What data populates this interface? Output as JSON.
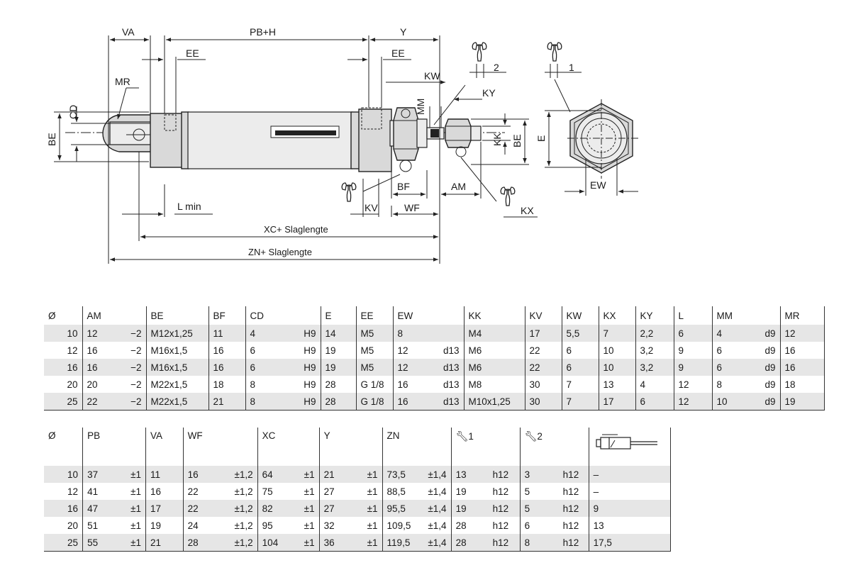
{
  "drawing_labels": {
    "va": "VA",
    "pb_h": "PB+H",
    "y": "Y",
    "ee_left": "EE",
    "ee_right": "EE",
    "mr": "MR",
    "cd": "CD",
    "be_left": "BE",
    "mm": "MM",
    "kw": "KW",
    "ky": "KY",
    "kk": "KK",
    "be_right": "BE",
    "e": "E",
    "ew": "EW",
    "bf": "BF",
    "am": "AM",
    "kv": "KV",
    "wf": "WF",
    "kx": "KX",
    "l_min": "L min",
    "xc": "XC+ Slaglengte",
    "zn": "ZN+ Slaglengte",
    "wrench_2": "2",
    "wrench_1": "1"
  },
  "table1": {
    "headers": [
      "Ø",
      "AM",
      "BE",
      "BF",
      "CD",
      "E",
      "EE",
      "EW",
      "KK",
      "KV",
      "KW",
      "KX",
      "KY",
      "L",
      "MM",
      "MR"
    ],
    "rows": [
      [
        "10",
        "12",
        "−2",
        "M12x1,25",
        "11",
        "4",
        "H9",
        "14",
        "M5",
        "8",
        "",
        "M4",
        "17",
        "5,5",
        "7",
        "2,2",
        "6",
        "4",
        "d9",
        "12"
      ],
      [
        "12",
        "16",
        "−2",
        "M16x1,5",
        "16",
        "6",
        "H9",
        "19",
        "M5",
        "12",
        "d13",
        "M6",
        "22",
        "6",
        "10",
        "3,2",
        "9",
        "6",
        "d9",
        "16"
      ],
      [
        "16",
        "16",
        "−2",
        "M16x1,5",
        "16",
        "6",
        "H9",
        "19",
        "M5",
        "12",
        "d13",
        "M6",
        "22",
        "6",
        "10",
        "3,2",
        "9",
        "6",
        "d9",
        "16"
      ],
      [
        "20",
        "20",
        "−2",
        "M22x1,5",
        "18",
        "8",
        "H9",
        "28",
        "G 1/8",
        "16",
        "d13",
        "M8",
        "30",
        "7",
        "13",
        "4",
        "12",
        "8",
        "d9",
        "18"
      ],
      [
        "25",
        "22",
        "−2",
        "M22x1,5",
        "21",
        "8",
        "H9",
        "28",
        "G 1/8",
        "16",
        "d13",
        "M10x1,25",
        "30",
        "7",
        "17",
        "6",
        "12",
        "10",
        "d9",
        "19"
      ]
    ]
  },
  "table2": {
    "headers": [
      "Ø",
      "PB",
      "VA",
      "WF",
      "XC",
      "Y",
      "ZN",
      "1",
      "2"
    ],
    "rows": [
      [
        "10",
        "37",
        "±1",
        "11",
        "16",
        "±1,2",
        "64",
        "±1",
        "21",
        "±1",
        "73,5",
        "±1,4",
        "13",
        "h12",
        "3",
        "h12",
        "–"
      ],
      [
        "12",
        "41",
        "±1",
        "16",
        "22",
        "±1,2",
        "75",
        "±1",
        "27",
        "±1",
        "88,5",
        "±1,4",
        "19",
        "h12",
        "5",
        "h12",
        "–"
      ],
      [
        "16",
        "47",
        "±1",
        "17",
        "22",
        "±1,2",
        "82",
        "±1",
        "27",
        "±1",
        "95,5",
        "±1,4",
        "19",
        "h12",
        "5",
        "h12",
        "9"
      ],
      [
        "20",
        "51",
        "±1",
        "19",
        "24",
        "±1,2",
        "95",
        "±1",
        "32",
        "±1",
        "109,5",
        "±1,4",
        "28",
        "h12",
        "6",
        "h12",
        "13"
      ],
      [
        "25",
        "55",
        "±1",
        "21",
        "28",
        "±1,2",
        "104",
        "±1",
        "36",
        "±1",
        "119,5",
        "±1,4",
        "28",
        "h12",
        "8",
        "h12",
        "17,5"
      ]
    ]
  }
}
